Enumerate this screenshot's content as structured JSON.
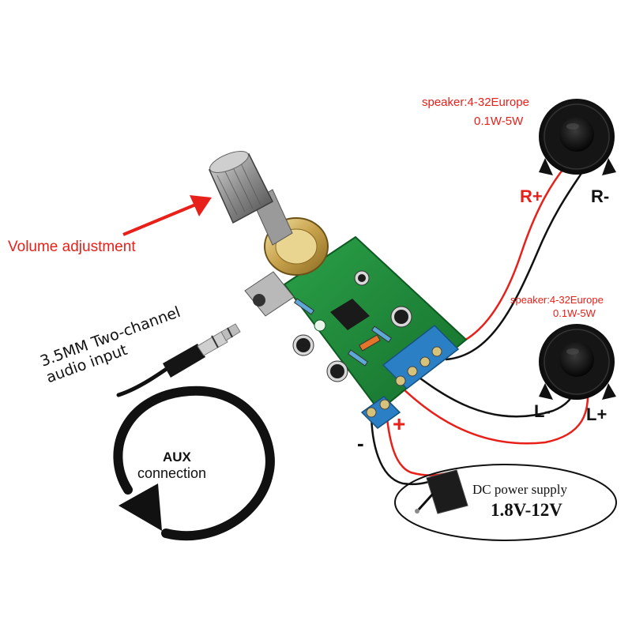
{
  "labels": {
    "volume": "Volume adjustment",
    "speaker_right_line1": "speaker:4-32Europe",
    "speaker_right_line2": "0.1W-5W",
    "speaker_left_line1": "speaker:4-32Europe",
    "speaker_left_line2": "0.1W-5W",
    "right_plus": "R+",
    "right_minus": "R-",
    "left_minus": "L-",
    "left_plus": "L+",
    "input_line1": "3.5MM Two-channel",
    "input_line2": "audio input",
    "aux_line1": "AUX",
    "aux_line2": "connection",
    "terminal_minus": "-",
    "terminal_plus": "+",
    "dc_supply": "DC power supply",
    "dc_voltage": "1.8V-12V"
  },
  "colors": {
    "annotation_red": "#e8201a",
    "wire_red": "#e8201a",
    "wire_black": "#111111",
    "pcb_green": "#1f8a3a",
    "terminal_blue": "#2b7fc4"
  },
  "icons": {
    "volume_arrow": "arrow-right-up-icon",
    "aux_cycle": "circular-arrow-icon",
    "audio_plug": "audio-jack-plug-icon",
    "power_adapter": "power-adapter-icon"
  }
}
